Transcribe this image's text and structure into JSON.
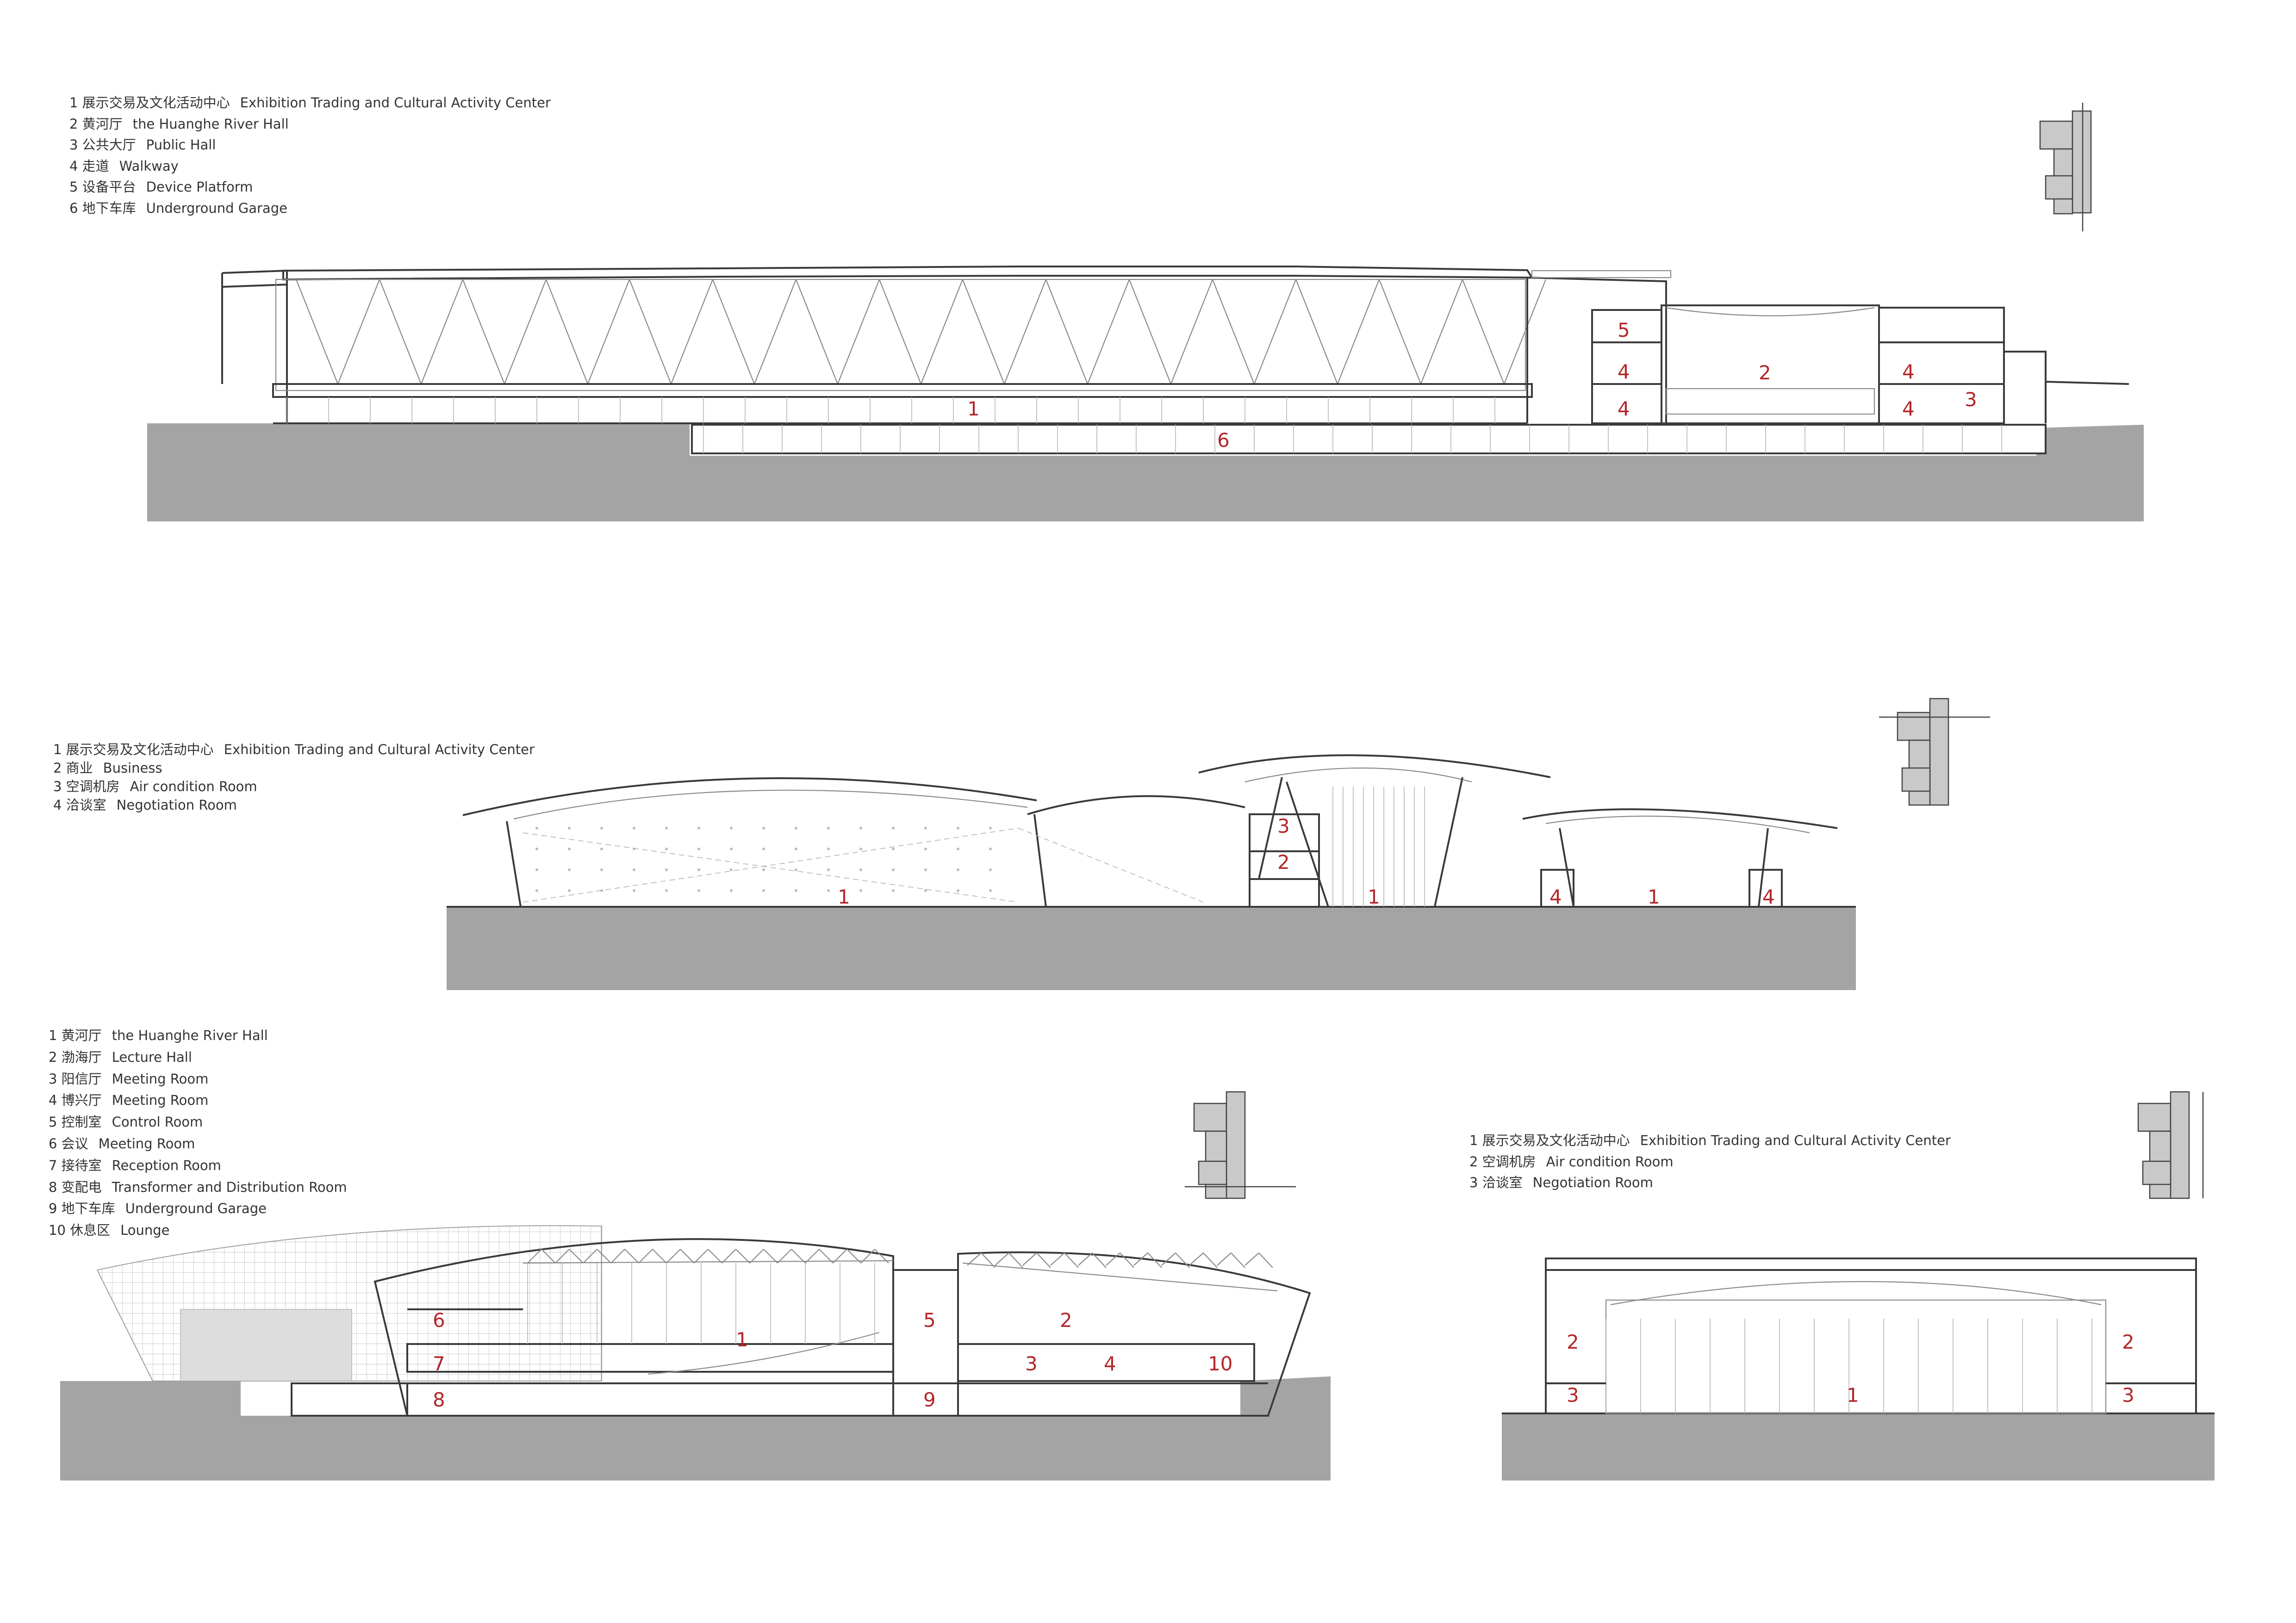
{
  "sections": [
    {
      "id": "a",
      "legend": [
        {
          "cn": "1 展示交易及文化活动中心",
          "en": "Exhibition Trading and Cultural Activity Center"
        },
        {
          "cn": "2 黄河厅",
          "en": "the Huanghe River Hall"
        },
        {
          "cn": "3 公共大厅",
          "en": "Public Hall"
        },
        {
          "cn": "4 走道",
          "en": "Walkway"
        },
        {
          "cn": "5 设备平台",
          "en": "Device Platform"
        },
        {
          "cn": "6 地下车库",
          "en": "Underground Garage"
        }
      ],
      "room_labels": [
        "1",
        "2",
        "3",
        "4",
        "4",
        "4",
        "4",
        "5",
        "6"
      ]
    },
    {
      "id": "b",
      "legend": [
        {
          "cn": "1 展示交易及文化活动中心",
          "en": "Exhibition Trading and Cultural Activity Center"
        },
        {
          "cn": "2 商业",
          "en": "Business"
        },
        {
          "cn": "3 空调机房",
          "en": "Air condition Room"
        },
        {
          "cn": "4 洽谈室",
          "en": "Negotiation Room"
        }
      ],
      "room_labels": [
        "1",
        "1",
        "1",
        "2",
        "3",
        "4",
        "4"
      ]
    },
    {
      "id": "c",
      "legend": [
        {
          "cn": "1 黄河厅",
          "en": "the Huanghe River Hall"
        },
        {
          "cn": "2 渤海厅",
          "en": "Lecture Hall"
        },
        {
          "cn": "3 阳信厅",
          "en": "Meeting Room"
        },
        {
          "cn": "4 博兴厅",
          "en": "Meeting Room"
        },
        {
          "cn": "5 控制室",
          "en": "Control Room"
        },
        {
          "cn": "6 会议",
          "en": "Meeting Room"
        },
        {
          "cn": "7 接待室",
          "en": "Reception Room"
        },
        {
          "cn": "8 变配电",
          "en": "Transformer and Distribution Room"
        },
        {
          "cn": "9 地下车库",
          "en": "Underground Garage"
        },
        {
          "cn": "10 休息区",
          "en": "Lounge"
        }
      ],
      "room_labels": [
        "1",
        "2",
        "3",
        "4",
        "5",
        "6",
        "7",
        "8",
        "9",
        "10"
      ]
    },
    {
      "id": "d",
      "legend": [
        {
          "cn": "1 展示交易及文化活动中心",
          "en": "Exhibition Trading and Cultural Activity Center"
        },
        {
          "cn": "2 空调机房",
          "en": "Air condition Room"
        },
        {
          "cn": "3 洽谈室",
          "en": "Negotiation Room"
        }
      ],
      "room_labels": [
        "1",
        "2",
        "2",
        "3",
        "3"
      ]
    }
  ]
}
